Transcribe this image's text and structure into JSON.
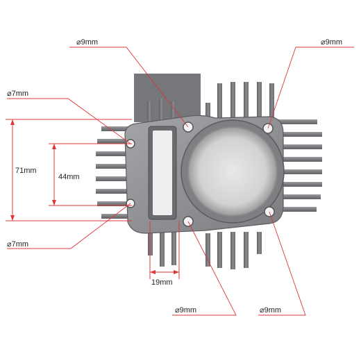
{
  "annotations": {
    "hole_top_left": "⌀9mm",
    "hole_top_right": "⌀9mm",
    "hole_upper_left": "⌀7mm",
    "hole_lower_left": "⌀7mm",
    "hole_bottom_center": "⌀9mm",
    "hole_bottom_right": "⌀9mm",
    "dim_height_outer": "71mm",
    "dim_height_inner": "44mm",
    "dim_width_bottom": "19mm"
  },
  "colors": {
    "accent": "#e0343a",
    "metal_dark": "#6b6d70",
    "metal_mid": "#8c8e91",
    "metal_light": "#b5b7ba"
  }
}
